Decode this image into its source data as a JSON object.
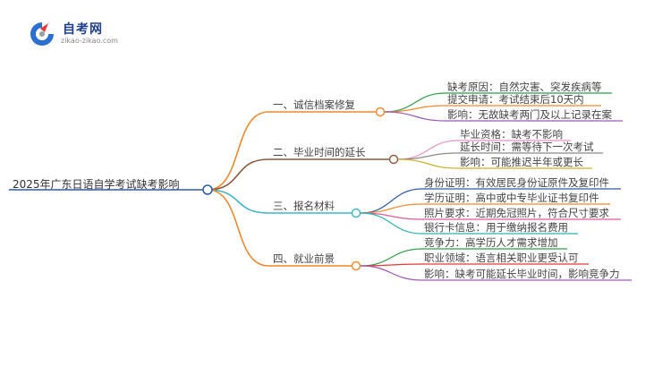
{
  "logo": {
    "title": "自考网",
    "subtitle": "zikao-zikao.com",
    "colors": {
      "blue": "#2d6fd0",
      "red": "#e53935",
      "grey": "#9aa0a6"
    }
  },
  "mindmap": {
    "root": "2025年广东日语自学考试缺考影响",
    "branches": [
      {
        "label": "一、诚信档案修复",
        "color": "#f0892b",
        "children": [
          {
            "text": "缺考原因：自然灾害、突发疾病等",
            "color": "#2e9e44"
          },
          {
            "text": "提交申请：考试结束后10天内",
            "color": "#f0892b"
          },
          {
            "text": "影响：无故缺考两门及以上记录在案",
            "color": "#9b59b6"
          }
        ]
      },
      {
        "label": "二、毕业时间的延长",
        "color": "#8b5a3c",
        "children": [
          {
            "text": "毕业资格：缺考不影响",
            "color": "#e891c6"
          },
          {
            "text": "延长时间：需等待下一次考试",
            "color": "#8a8a8a"
          },
          {
            "text": "影响：可能推迟半年或更长",
            "color": "#c9b225"
          }
        ]
      },
      {
        "label": "三、报名材料",
        "color": "#3fb5c9",
        "children": [
          {
            "text": "身份证明：有效居民身份证原件及复印件",
            "color": "#2e5aa8"
          },
          {
            "text": "学历证明：高中或中专毕业证书复印件",
            "color": "#f0892b"
          },
          {
            "text": "照片要求：近期免冠照片，符合尺寸要求",
            "color": "#e05a9b"
          },
          {
            "text": "银行卡信息：用于缴纳报名费用",
            "color": "#2bb5b0"
          }
        ]
      },
      {
        "label": "四、就业前景",
        "color": "#f0892b",
        "children": [
          {
            "text": "竞争力：高学历人才需求增加",
            "color": "#2e9e44"
          },
          {
            "text": "职业领域：语言相关职业更受认可",
            "color": "#e53935"
          },
          {
            "text": "影响：缺考可能延长毕业时间，影响竞争力",
            "color": "#9b59b6"
          }
        ]
      }
    ]
  }
}
